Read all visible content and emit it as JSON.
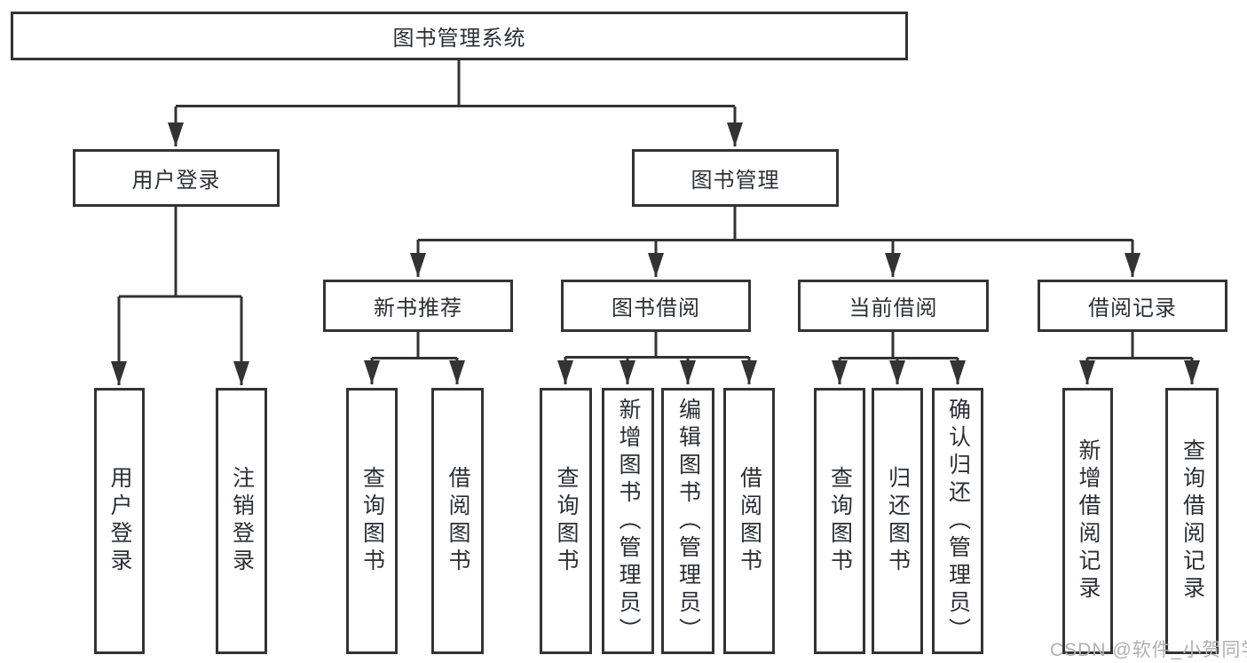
{
  "tree": {
    "label": "图书管理系统",
    "children": [
      {
        "label": "用户登录",
        "children": [
          {
            "label": "用户登录"
          },
          {
            "label": "注销登录"
          }
        ]
      },
      {
        "label": "图书管理",
        "children": [
          {
            "label": "新书推荐",
            "children": [
              {
                "label": "查询图书"
              },
              {
                "label": "借阅图书"
              }
            ]
          },
          {
            "label": "图书借阅",
            "children": [
              {
                "label": "查询图书"
              },
              {
                "label": "新增图书（管理员）"
              },
              {
                "label": "编辑图书（管理员）"
              },
              {
                "label": "借阅图书"
              }
            ]
          },
          {
            "label": "当前借阅",
            "children": [
              {
                "label": "查询图书"
              },
              {
                "label": "归还图书"
              },
              {
                "label": "确认归还（管理员）"
              }
            ]
          },
          {
            "label": "借阅记录",
            "children": [
              {
                "label": "新增借阅记录"
              },
              {
                "label": "查询借阅记录"
              }
            ]
          }
        ]
      }
    ]
  },
  "watermark": {
    "text": "CSDN @软件_小贺同学"
  },
  "colors": {
    "line": "#333333",
    "text": "#2b2f36",
    "watermark": "#b0b0b0",
    "background": "#ffffff"
  }
}
